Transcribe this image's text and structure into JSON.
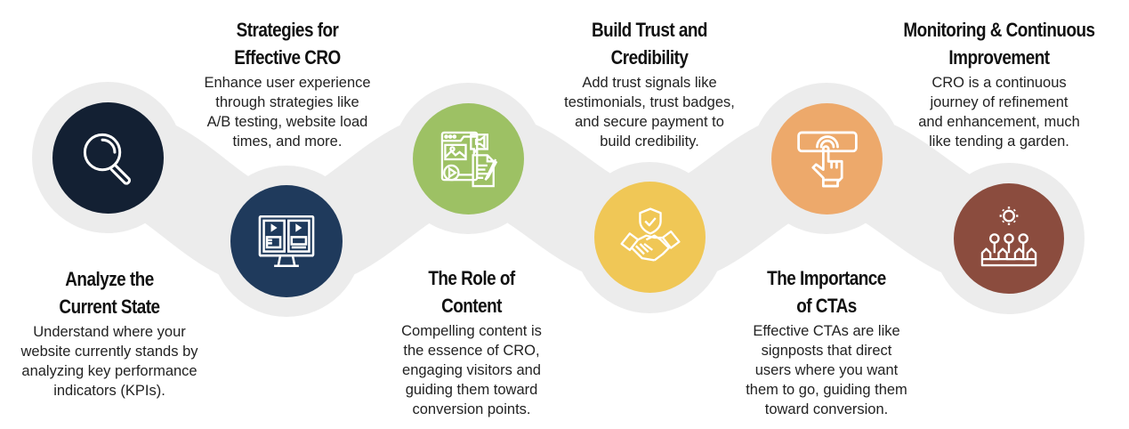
{
  "title": "CRO Process Roadmap",
  "colors": {
    "band": "#ececec",
    "step1": "#132033",
    "step2": "#1f3a5c",
    "step3": "#9dc164",
    "step4": "#f0c756",
    "step5": "#eda96b",
    "step6": "#8b4c3e",
    "icon_stroke": "#ffffff"
  },
  "steps": [
    {
      "id": "analyze",
      "icon": "magnifying-glass-icon",
      "title_line1": "Analyze the",
      "title_line2": "Current State",
      "description": "Understand where your\nwebsite currently stands by\nanalyzing key performance\nindicators (KPIs)."
    },
    {
      "id": "strategies",
      "icon": "ab-test-monitor-icon",
      "title_line1": "Strategies for",
      "title_line2": "Effective CRO",
      "description": "Enhance user experience\nthrough strategies like\nA/B testing, website load\ntimes, and more."
    },
    {
      "id": "content",
      "icon": "content-media-icon",
      "title_line1": "The Role of",
      "title_line2": "Content",
      "description": "Compelling content is\nthe essence of CRO,\nengaging visitors and\nguiding them toward\nconversion points."
    },
    {
      "id": "trust",
      "icon": "handshake-shield-icon",
      "title_line1": "Build Trust and",
      "title_line2": "Credibility",
      "description": "Add trust signals like\ntestimonials, trust badges,\nand secure payment to\nbuild credibility."
    },
    {
      "id": "ctas",
      "icon": "click-button-hand-icon",
      "title_line1": "The Importance",
      "title_line2": "of CTAs",
      "description": "Effective CTAs are like\nsignposts that direct\nusers where you want\nthem to go, guiding them\ntoward conversion."
    },
    {
      "id": "monitoring",
      "icon": "garden-sun-icon",
      "title_line1": "Monitoring & Continuous",
      "title_line2": "Improvement",
      "description": "CRO is a continuous\njourney of refinement\nand enhancement, much\nlike tending a garden."
    }
  ]
}
